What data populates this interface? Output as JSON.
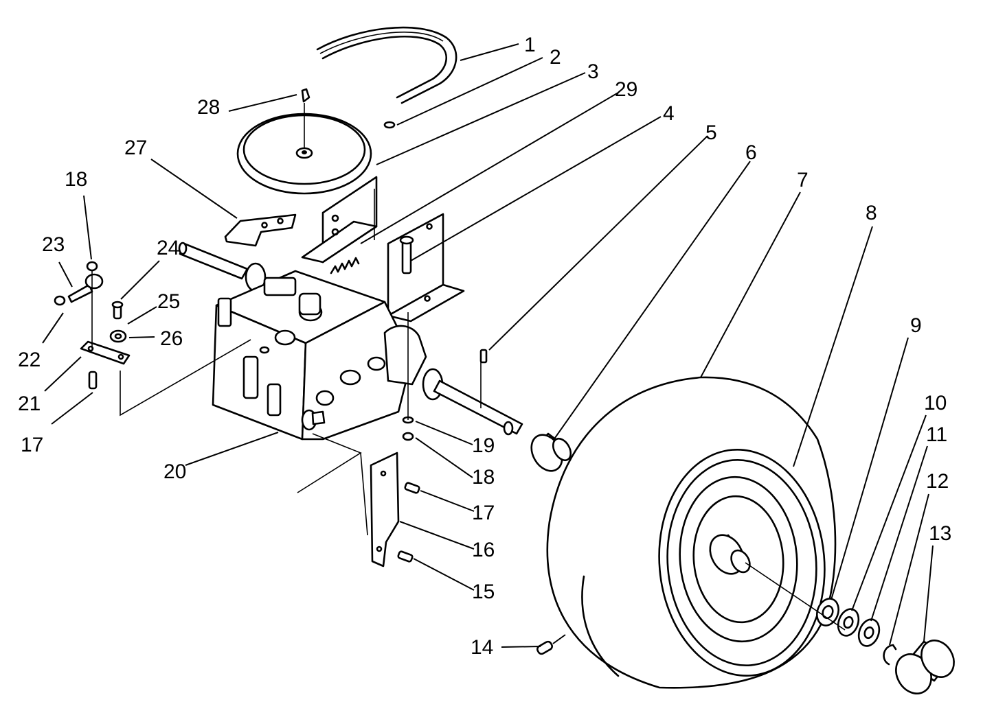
{
  "diagram": {
    "callouts": [
      {
        "id": "1",
        "label": "1"
      },
      {
        "id": "2",
        "label": "2"
      },
      {
        "id": "3",
        "label": "3"
      },
      {
        "id": "29",
        "label": "29"
      },
      {
        "id": "4",
        "label": "4"
      },
      {
        "id": "5",
        "label": "5"
      },
      {
        "id": "6",
        "label": "6"
      },
      {
        "id": "7",
        "label": "7"
      },
      {
        "id": "8",
        "label": "8"
      },
      {
        "id": "9",
        "label": "9"
      },
      {
        "id": "10",
        "label": "10"
      },
      {
        "id": "11",
        "label": "11"
      },
      {
        "id": "12",
        "label": "12"
      },
      {
        "id": "13",
        "label": "13"
      },
      {
        "id": "14",
        "label": "14"
      },
      {
        "id": "15",
        "label": "15"
      },
      {
        "id": "16",
        "label": "16"
      },
      {
        "id": "17a",
        "label": "17"
      },
      {
        "id": "18a",
        "label": "18"
      },
      {
        "id": "19",
        "label": "19"
      },
      {
        "id": "20",
        "label": "20"
      },
      {
        "id": "17b",
        "label": "17"
      },
      {
        "id": "21",
        "label": "21"
      },
      {
        "id": "22",
        "label": "22"
      },
      {
        "id": "26",
        "label": "26"
      },
      {
        "id": "25",
        "label": "25"
      },
      {
        "id": "24",
        "label": "24"
      },
      {
        "id": "23",
        "label": "23"
      },
      {
        "id": "18b",
        "label": "18"
      },
      {
        "id": "27",
        "label": "27"
      },
      {
        "id": "28",
        "label": "28"
      }
    ]
  }
}
